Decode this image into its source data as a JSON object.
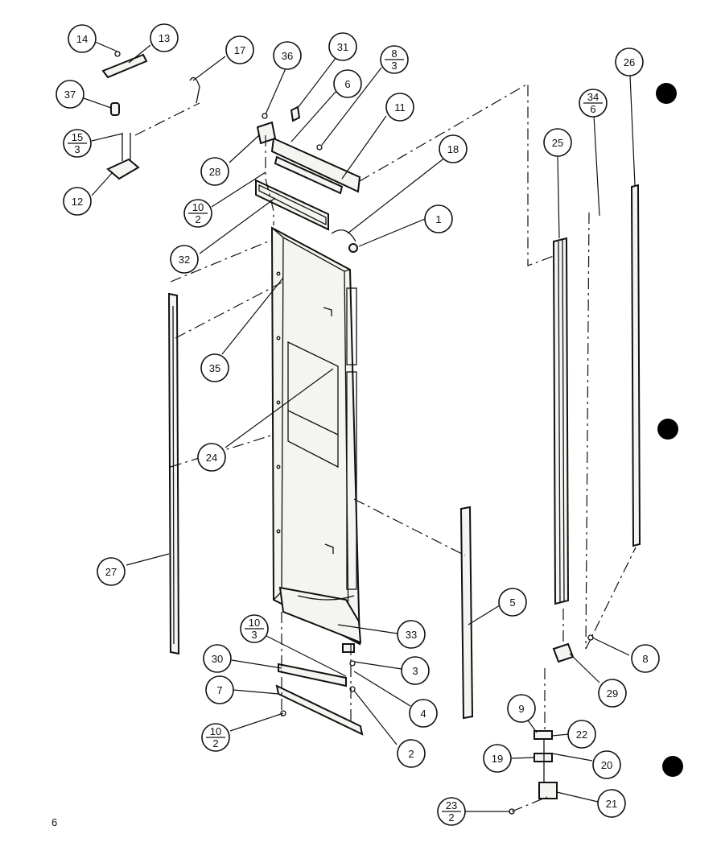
{
  "page_number": "6",
  "callouts": [
    {
      "id": "c14",
      "label": "14"
    },
    {
      "id": "c13",
      "label": "13"
    },
    {
      "id": "c17",
      "label": "17"
    },
    {
      "id": "c36",
      "label": "36"
    },
    {
      "id": "c31",
      "label": "31"
    },
    {
      "id": "c6",
      "label": "6"
    },
    {
      "id": "c8a",
      "top": "8",
      "bottom": "3"
    },
    {
      "id": "c11",
      "label": "11"
    },
    {
      "id": "c26",
      "label": "26"
    },
    {
      "id": "c37",
      "label": "37"
    },
    {
      "id": "c34",
      "top": "34",
      "bottom": "6"
    },
    {
      "id": "c15",
      "top": "15",
      "bottom": "3"
    },
    {
      "id": "c25",
      "label": "25"
    },
    {
      "id": "c18",
      "label": "18"
    },
    {
      "id": "c28",
      "label": "28"
    },
    {
      "id": "c12",
      "label": "12"
    },
    {
      "id": "c10a",
      "top": "10",
      "bottom": "2"
    },
    {
      "id": "c1",
      "label": "1"
    },
    {
      "id": "c32",
      "label": "32"
    },
    {
      "id": "c35",
      "label": "35"
    },
    {
      "id": "c24",
      "label": "24"
    },
    {
      "id": "c27",
      "label": "27"
    },
    {
      "id": "c5",
      "label": "5"
    },
    {
      "id": "c10b",
      "top": "10",
      "bottom": "3"
    },
    {
      "id": "c33",
      "label": "33"
    },
    {
      "id": "c8",
      "label": "8"
    },
    {
      "id": "c30",
      "label": "30"
    },
    {
      "id": "c3",
      "label": "3"
    },
    {
      "id": "c29",
      "label": "29"
    },
    {
      "id": "c7",
      "label": "7"
    },
    {
      "id": "c4",
      "label": "4"
    },
    {
      "id": "c9",
      "label": "9"
    },
    {
      "id": "c22",
      "label": "22"
    },
    {
      "id": "c10c",
      "top": "10",
      "bottom": "2"
    },
    {
      "id": "c2",
      "label": "2"
    },
    {
      "id": "c19",
      "label": "19"
    },
    {
      "id": "c20",
      "label": "20"
    },
    {
      "id": "c23",
      "top": "23",
      "bottom": "2"
    },
    {
      "id": "c21",
      "label": "21"
    }
  ]
}
